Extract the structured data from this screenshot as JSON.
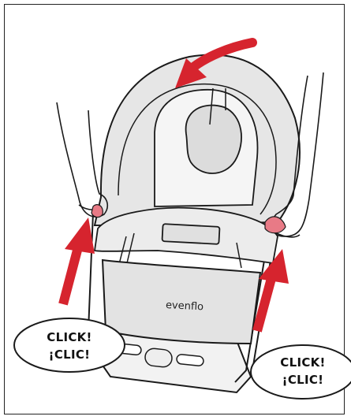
{
  "callouts": {
    "left": {
      "line1": "CLICK!",
      "line2": "¡CLIC!"
    },
    "right": {
      "line1": "CLICK!",
      "line2": "¡CLIC!"
    }
  },
  "brand": {
    "logo_text": "evenflo"
  },
  "colors": {
    "arrow": "#d6242e",
    "tab": "#e87a86",
    "seat_fill": "#e6e6e6",
    "outline": "#1a1a1a"
  }
}
